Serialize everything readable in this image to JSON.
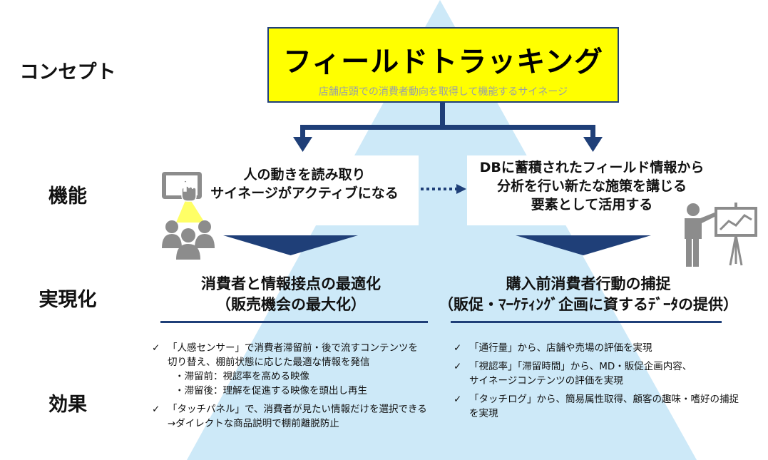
{
  "row_labels": {
    "concept": "コンセプト",
    "function": "機能",
    "realization": "実現化",
    "effect": "効果"
  },
  "concept": {
    "title": "フィールドトラッキング",
    "subtitle": "店舗店頭での消費者動向を取得して機能するサイネージ"
  },
  "functions": {
    "left": [
      "人の動きを読み取り",
      "サイネージがアクティブになる"
    ],
    "right": [
      "DBに蓄積されたフィールド情報から",
      "分析を行い新たな施策を講じる",
      "要素として活用する"
    ]
  },
  "realization": {
    "left": [
      "消費者と情報接点の最適化",
      "（販売機会の最大化）"
    ],
    "right": [
      "購入前消費者行動の捕捉",
      "（販促・ﾏｰｹﾃｨﾝｸﾞ企画に資するﾃﾞｰﾀの提供）"
    ]
  },
  "effects": {
    "check_mark": "✓",
    "left": [
      {
        "lines": [
          "「人感センサー」で消費者滞留前・後で流すコンテンツを",
          "切り替え、棚前状態に応じた最適な情報を発信"
        ],
        "sub": [
          "・滞留前：視認率を高める映像",
          "・滞留後：理解を促進する映像を頭出し再生"
        ]
      },
      {
        "lines": [
          "「タッチパネル」で、消費者が見たい情報だけを選択できる",
          "→ダイレクトな商品説明で棚前離脱防止"
        ],
        "sub": []
      }
    ],
    "right": [
      {
        "lines": [
          "「通行量」から、店舗や売場の評価を実現"
        ]
      },
      {
        "lines": [
          "「視認率」「滞留時間」から、MD・販促企画内容、",
          "サイネージコンテンツの評価を実現"
        ]
      },
      {
        "lines": [
          "「タッチログ」から、簡易属性取得、顧客の趣味・嗜好の捕捉",
          "を実現"
        ]
      }
    ]
  },
  "colors": {
    "pyramid": "#cde9f8",
    "navy": "#1f3f78",
    "concept_bg": "#ffff00",
    "subtitle": "#9aa0a6",
    "icon_gray": "#8c8c8c",
    "beam": "#ffff66"
  },
  "icons": [
    "tablet-touch-icon",
    "people-group-icon",
    "presenter-chart-icon"
  ]
}
